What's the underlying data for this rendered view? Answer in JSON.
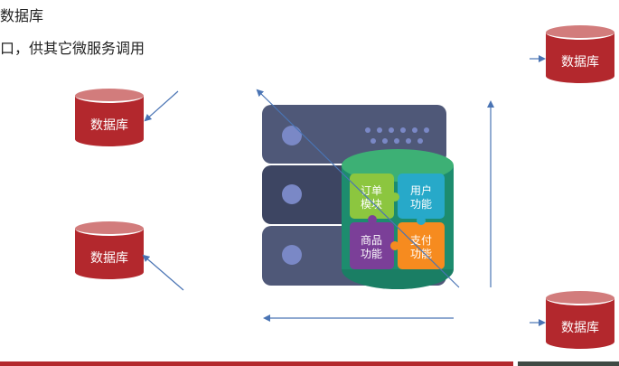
{
  "text": {
    "line1": "数据库",
    "line2": "口，供其它微服务调用"
  },
  "databases": {
    "top_left": "数据库",
    "bottom_left": "数据库",
    "top_right": "数据库",
    "bottom_right": "数据库"
  },
  "modules": {
    "order": "订单\n模块",
    "user": "用户\n功能",
    "product": "商品\n功能",
    "payment": "支付\n功能"
  },
  "colors": {
    "database_body": "#b3282d",
    "database_top": "#d27c7c",
    "server": "#4f5878",
    "arrow": "#4a74b4",
    "module_order": "#8cc63f",
    "module_user": "#27a9c9",
    "module_product": "#7b3f98",
    "module_payment": "#f68b1f",
    "cylinder_base": "#1d8c6e"
  }
}
